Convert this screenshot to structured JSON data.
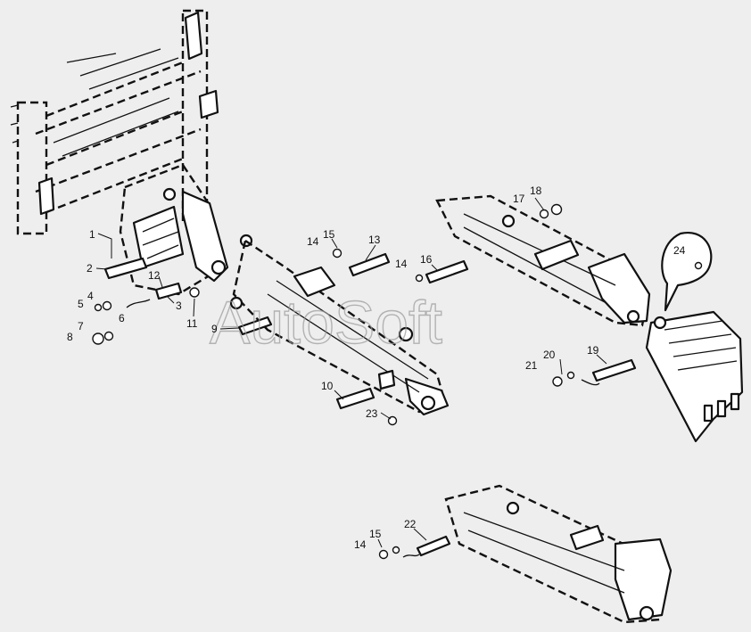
{
  "watermark": "AutoSoft",
  "callouts": [
    {
      "id": "c1",
      "text": "1"
    },
    {
      "id": "c2",
      "text": "2"
    },
    {
      "id": "c3",
      "text": "3"
    },
    {
      "id": "c4",
      "text": "4"
    },
    {
      "id": "c5",
      "text": "5"
    },
    {
      "id": "c6",
      "text": "6"
    },
    {
      "id": "c7",
      "text": "7"
    },
    {
      "id": "c8",
      "text": "8"
    },
    {
      "id": "c9",
      "text": "9"
    },
    {
      "id": "c10",
      "text": "10"
    },
    {
      "id": "c11",
      "text": "11"
    },
    {
      "id": "c12",
      "text": "12"
    },
    {
      "id": "c13",
      "text": "13"
    },
    {
      "id": "c14a",
      "text": "14"
    },
    {
      "id": "c14b",
      "text": "14"
    },
    {
      "id": "c14c",
      "text": "14"
    },
    {
      "id": "c15a",
      "text": "15"
    },
    {
      "id": "c15b",
      "text": "15"
    },
    {
      "id": "c16",
      "text": "16"
    },
    {
      "id": "c17",
      "text": "17"
    },
    {
      "id": "c18",
      "text": "18"
    },
    {
      "id": "c19",
      "text": "19"
    },
    {
      "id": "c20",
      "text": "20"
    },
    {
      "id": "c21",
      "text": "21"
    },
    {
      "id": "c22",
      "text": "22"
    },
    {
      "id": "c23",
      "text": "23"
    },
    {
      "id": "c24",
      "text": "24"
    }
  ]
}
